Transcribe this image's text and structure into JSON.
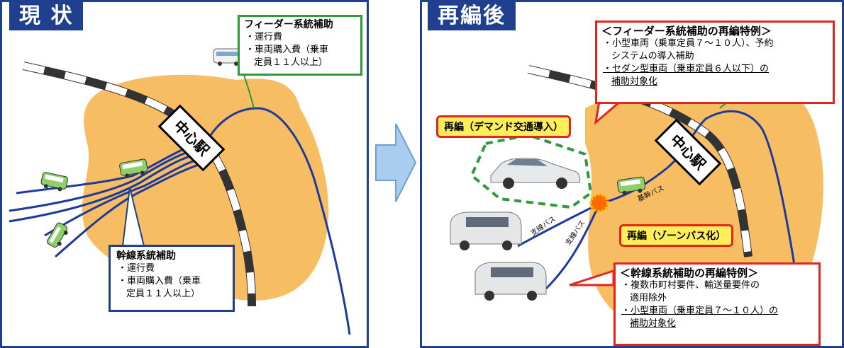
{
  "left": {
    "title": "現 状",
    "station": "中心駅",
    "feeder_box": {
      "title": "フィーダー系統補助",
      "items": [
        "・運行費",
        "・車両購入費（乗車",
        "定員１１人以上）"
      ]
    },
    "trunk_box": {
      "title": "幹線系統補助",
      "items": [
        "・運行費",
        "・車両購入費（乗車",
        "定員１１人以上）"
      ]
    }
  },
  "arrow": {
    "color": "#a9cdee"
  },
  "right": {
    "title": "再編後",
    "station": "中心駅",
    "feeder_box": {
      "title": "＜フィーダー系統補助の再編特例＞",
      "items": [
        "・小型車両（乗車定員７～１０人）、予約",
        "システムの導入補助",
        "・セダン型車両（乗車定員６人以下）の",
        "補助対象化"
      ]
    },
    "trunk_box": {
      "title": "＜幹線系統補助の再編特例＞",
      "items": [
        "・複数市町村要件、輸送量要件の",
        "適用除外",
        "・小型車両（乗車定員７～１０人）の",
        "補助対象化"
      ]
    },
    "tag_demand": "再編（デマンド交通導入）",
    "tag_zone": "再編（ゾーンバス化）",
    "label_trunk_bus": "基幹バス",
    "label_branch1": "支線バス",
    "label_branch2": "支線バス"
  },
  "colors": {
    "panel_border": "#1f3f8f",
    "area": "#f6bd63",
    "route": "#1e3a9a",
    "rail_dark": "#333333",
    "feeder_border": "#2e9b3a",
    "trunk_border": "#1f3f8f",
    "special_border": "#e3261c",
    "tag_bg": "#ffee5a",
    "demand_dash": "#2e9b3a",
    "hub": "#ff6a00"
  },
  "icons": [
    "bus-icon",
    "microbus-icon",
    "van-icon",
    "sedan-icon",
    "arrow-right-icon"
  ]
}
